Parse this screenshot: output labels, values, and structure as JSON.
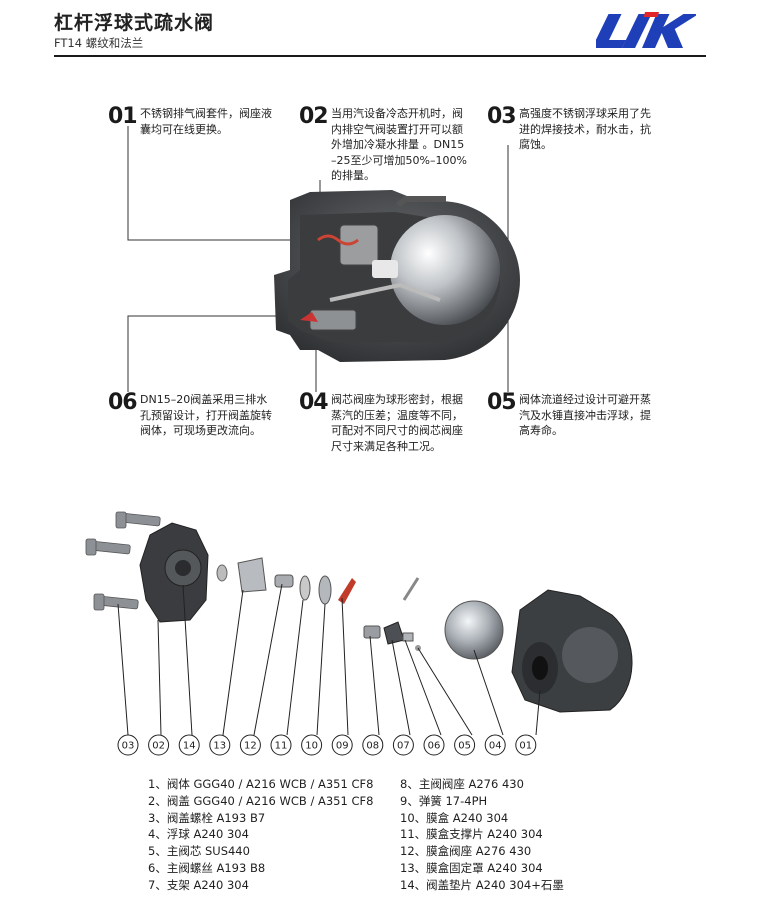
{
  "header": {
    "title": "杠杆浮球式疏水阀",
    "subtitle": "FT14 螺纹和法兰",
    "logo_text": "LIK",
    "logo_color": "#1f3fb8",
    "logo_accent": "#e0262a"
  },
  "features": [
    {
      "num": "01",
      "lines": [
        "不锈钢排气阀套件，阀座液",
        "囊均可在线更换。"
      ]
    },
    {
      "num": "02",
      "lines": [
        "当用汽设备冷态开机时，阀",
        "内排空气阀装置打开可以额",
        "外增加冷凝水排量 。DN15",
        "–25至少可增加50%–100%",
        "的排量。"
      ]
    },
    {
      "num": "03",
      "lines": [
        "高强度不锈钢浮球采用了先",
        "进的焊接技术，耐水击，抗",
        "腐蚀。"
      ]
    },
    {
      "num": "06",
      "lines": [
        "DN15–20阀盖采用三排水",
        "孔预留设计，打开阀盖旋转",
        "阀体，可现场更改流向。"
      ]
    },
    {
      "num": "04",
      "lines": [
        "阀芯阀座为球形密封，根据",
        "蒸汽的压差；温度等不同，",
        "可配对不同尺寸的阀芯阀座",
        "尺寸来满足各种工况。"
      ]
    },
    {
      "num": "05",
      "lines": [
        "阀体流道经过设计可避开蒸",
        "汽及水锤直接冲击浮球，提",
        "高寿命。"
      ]
    }
  ],
  "callouts": [
    "03",
    "02",
    "14",
    "13",
    "12",
    "11",
    "10",
    "09",
    "08",
    "07",
    "06",
    "05",
    "04",
    "01"
  ],
  "parts_left": [
    "1、阀体 GGG40 / A216  WCB / A351 CF8",
    "2、阀盖 GGG40 / A216  WCB / A351 CF8",
    "3、阀盖螺栓 A193  B7",
    "4、浮球 A240  304",
    "5、主阀芯  SUS440",
    "6、主阀螺丝 A193  B8",
    "7、支架 A240  304"
  ],
  "parts_right": [
    "8、主阀阀座 A276  430",
    "9、弹簧  17-4PH",
    "10、膜盒 A240  304",
    "11、膜盒支撑片 A240 304",
    "12、膜盒阀座 A276  430",
    "13、膜盒固定罩 A240 304",
    "14、阀盖垫片 A240 304+石墨"
  ]
}
